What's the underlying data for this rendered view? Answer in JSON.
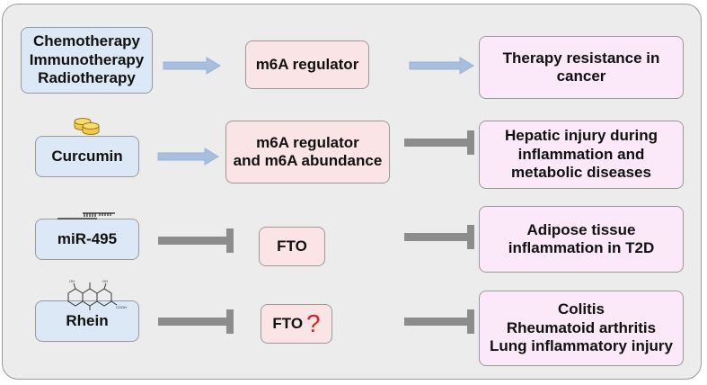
{
  "rows": [
    {
      "left": "Chemotherapy\nImmunotherapy\nRadiotherapy",
      "middle": "m6A regulator",
      "right": "Therapy resistance in\ncancer"
    },
    {
      "left": "Curcumin",
      "middle": "m6A regulator\nand m6A abundance",
      "right": "Hepatic injury during\ninflammation and\nmetabolic diseases"
    },
    {
      "left": "miR-495",
      "middle": "FTO",
      "right": "Adipose tissue\ninflammation in T2D"
    },
    {
      "left": "Rhein",
      "middle": "FTO",
      "middle_mark": "?",
      "right": "Colitis\nRheumatoid arthritis\nLung inflammatory injury"
    }
  ],
  "icons": [
    "pill-icon",
    "microrna-duplex-icon",
    "rhein-structure-icon"
  ],
  "colors": {
    "background": "#ececec",
    "left_box": "#dce8f5",
    "middle_box": "#fbe4e6",
    "right_box": "#fbe8f9",
    "activation_arrow": "#a8bedf",
    "inhibition_arrow": "#8c8c8c",
    "question_mark": "#e02020"
  }
}
